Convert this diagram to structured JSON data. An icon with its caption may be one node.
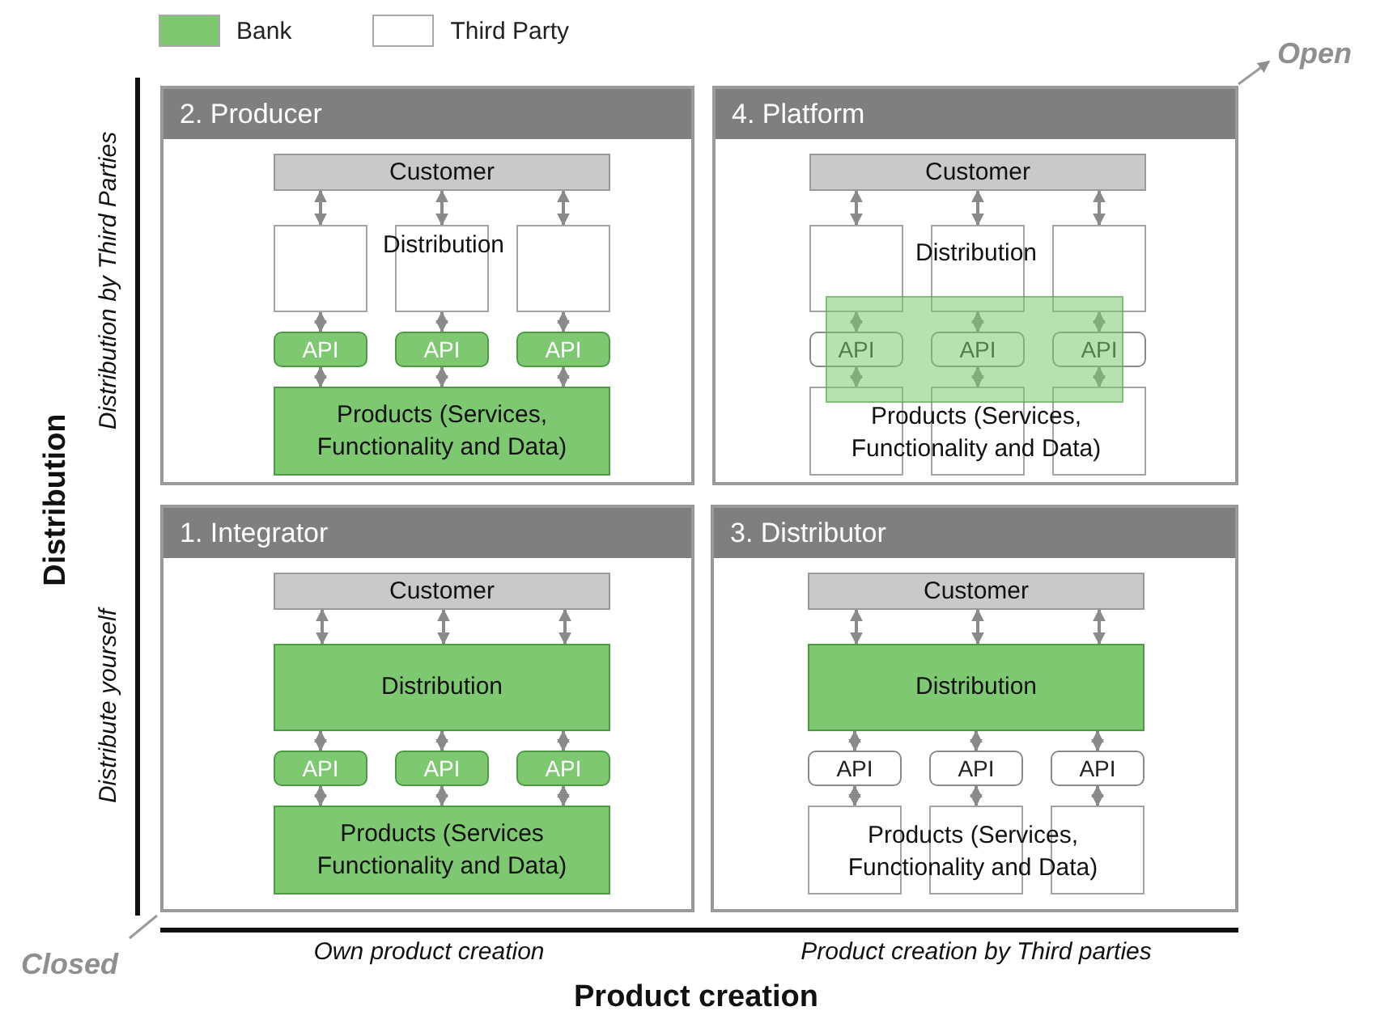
{
  "diagram": {
    "nodes": [
      {
        "text": [
          "2. Producer"
        ]
      },
      {
        "text": [
          "Customer"
        ],
        "in": 0
      },
      {
        "text": [],
        "shape": "box",
        "in": 0
      },
      {
        "text": [],
        "shape": "box",
        "in": 0
      },
      {
        "text": [],
        "shape": "box",
        "in": 0
      },
      {
        "text": [
          "API"
        ],
        "in": 0
      },
      {
        "text": [
          "API"
        ],
        "in": 0
      },
      {
        "text": [
          "API"
        ],
        "in": 0
      },
      {
        "text": [
          "Products (Services, Functionality and Data)"
        ],
        "in": 0
      },
      {
        "text": [
          "4. Platform"
        ]
      },
      {
        "text": [
          "Customer"
        ],
        "in": 9
      },
      {
        "text": [],
        "shape": "box",
        "in": 9
      },
      {
        "text": [],
        "shape": "box",
        "in": 9
      },
      {
        "text": [],
        "shape": "box",
        "in": 9
      },
      {
        "text": [
          "API"
        ],
        "in": 9
      },
      {
        "text": [
          "API"
        ],
        "in": 9
      },
      {
        "text": [
          "API"
        ],
        "in": 9
      },
      {
        "text": [],
        "shape": "box",
        "in": 9
      },
      {
        "text": [],
        "shape": "box",
        "in": 9
      },
      {
        "text": [],
        "shape": "box",
        "in": 9
      },
      {
        "text": [
          "1. Integrator"
        ]
      },
      {
        "text": [
          "Customer"
        ],
        "in": 20
      },
      {
        "text": [
          "Distribution"
        ],
        "in": 20
      },
      {
        "text": [
          "API"
        ],
        "in": 20
      },
      {
        "text": [
          "API"
        ],
        "in": 20
      },
      {
        "text": [
          "API"
        ],
        "in": 20
      },
      {
        "text": [
          "Products (Services Functionality and Data)"
        ],
        "in": 20
      },
      {
        "text": [
          "3. Distributor"
        ]
      },
      {
        "text": [
          "Customer"
        ],
        "in": 27
      },
      {
        "text": [
          "Distribution"
        ],
        "in": 27
      },
      {
        "text": [
          "API"
        ],
        "in": 27
      },
      {
        "text": [
          "API"
        ],
        "in": 27
      },
      {
        "text": [
          "API"
        ],
        "in": 27
      },
      {
        "text": [],
        "shape": "box",
        "in": 27
      },
      {
        "text": [],
        "shape": "box",
        "in": 27
      },
      {
        "text": [],
        "shape": "box",
        "in": 27
      }
    ],
    "edges": [
      {
        "from": 1,
        "to": 2,
        "arrow": "both"
      },
      {
        "from": 1,
        "to": 3,
        "arrow": "both"
      },
      {
        "from": 1,
        "to": 4,
        "arrow": "both"
      },
      {
        "from": 2,
        "to": 5,
        "arrow": "both"
      },
      {
        "from": 3,
        "to": 6,
        "arrow": "both"
      },
      {
        "from": 4,
        "to": 7,
        "arrow": "both"
      },
      {
        "from": 5,
        "to": 8,
        "arrow": "both"
      },
      {
        "from": 6,
        "to": 8,
        "arrow": "both"
      },
      {
        "from": 7,
        "to": 8,
        "arrow": "both"
      },
      {
        "from": 10,
        "to": 11,
        "arrow": "both"
      },
      {
        "from": 10,
        "to": 12,
        "arrow": "both"
      },
      {
        "from": 10,
        "to": 13,
        "arrow": "both"
      },
      {
        "from": 11,
        "to": 14,
        "arrow": "both"
      },
      {
        "from": 12,
        "to": 15,
        "arrow": "both"
      },
      {
        "from": 13,
        "to": 16,
        "arrow": "both"
      },
      {
        "from": 14,
        "to": 17,
        "arrow": "both"
      },
      {
        "from": 15,
        "to": 18,
        "arrow": "both"
      },
      {
        "from": 16,
        "to": 19,
        "arrow": "both"
      },
      {
        "from": 21,
        "to": 22,
        "arrow": "both"
      },
      {
        "from": 21,
        "to": 22,
        "arrow": "both"
      },
      {
        "from": 21,
        "to": 22,
        "arrow": "both"
      },
      {
        "from": 22,
        "to": 23,
        "arrow": "both"
      },
      {
        "from": 22,
        "to": 24,
        "arrow": "both"
      },
      {
        "from": 22,
        "to": 25,
        "arrow": "both"
      },
      {
        "from": 23,
        "to": 26,
        "arrow": "both"
      },
      {
        "from": 24,
        "to": 26,
        "arrow": "both"
      },
      {
        "from": 25,
        "to": 26,
        "arrow": "both"
      },
      {
        "from": 28,
        "to": 29,
        "arrow": "both"
      },
      {
        "from": 28,
        "to": 29,
        "arrow": "both"
      },
      {
        "from": 28,
        "to": 29,
        "arrow": "both"
      },
      {
        "from": 29,
        "to": 30,
        "arrow": "both"
      },
      {
        "from": 29,
        "to": 31,
        "arrow": "both"
      },
      {
        "from": 29,
        "to": 32,
        "arrow": "both"
      },
      {
        "from": 30,
        "to": 33,
        "arrow": "both"
      },
      {
        "from": 31,
        "to": 34,
        "arrow": "both"
      },
      {
        "from": 32,
        "to": 35,
        "arrow": "both"
      }
    ],
    "labels": [
      "Open",
      "Distribution by Third Parties",
      "Distribution",
      "Distribution",
      "Products (Services, Functionality and Data)",
      "Distribution",
      "Distribute yourself",
      "Products (Services, Functionality and Data)",
      "Closed",
      "Own product creation",
      "Product creation by Third parties",
      "Product creation"
    ],
    "legend": [
      {
        "text": "Bank",
        "color": "#7dc870"
      },
      {
        "text": "Third Party",
        "color": "#ffffff"
      }
    ]
  }
}
